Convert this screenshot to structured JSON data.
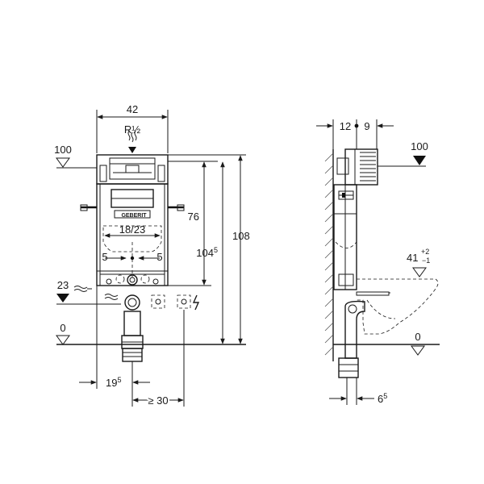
{
  "front_view": {
    "width_label": "42",
    "connection_label": "R½",
    "level_100_label": "100",
    "level_23_label": "23",
    "level_0_label": "0",
    "dim_76": "76",
    "dim_104": "104",
    "dim_104_sup": "5",
    "dim_108": "108",
    "spacing_label": "18/23",
    "left_offset": "5",
    "right_offset": "5",
    "pipe_offset": "19",
    "pipe_offset_sup": "5",
    "min_distance": "≥ 30",
    "brand": "GEBERIT"
  },
  "side_view": {
    "depth_left": "12",
    "depth_right": "9",
    "level_100_label": "100",
    "level_41_label": "41",
    "level_41_sup": "+2",
    "level_41_sub": "−1",
    "level_0_label": "0",
    "bottom_offset": "6",
    "bottom_offset_sup": "5"
  }
}
